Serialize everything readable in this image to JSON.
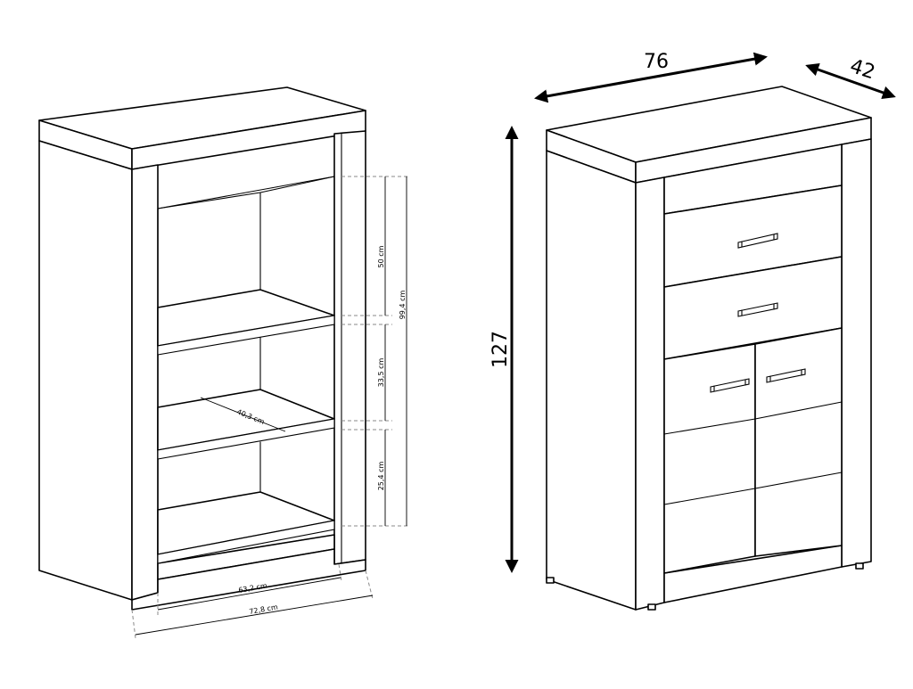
{
  "open_cabinet": {
    "dimensions": {
      "shelf_top_height": "50 cm",
      "total_height": "99,4 cm",
      "shelf_middle_height": "33,5 cm",
      "shelf_depth": "40,3 cm",
      "shelf_bottom_height": "25,4 cm",
      "inner_width": "63,2 cm",
      "outer_width": "72,8 cm"
    }
  },
  "closed_cabinet": {
    "dimensions": {
      "width": "76",
      "depth": "42",
      "height": "127"
    },
    "drawers": 2,
    "doors": 2
  }
}
